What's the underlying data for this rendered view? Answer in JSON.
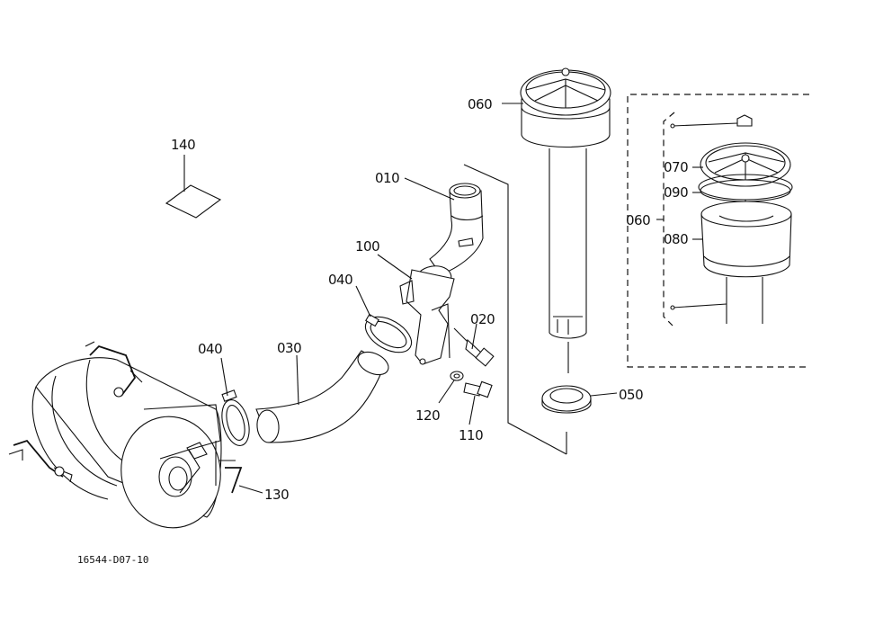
{
  "diagram": {
    "labels": {
      "p010": "010",
      "p020": "020",
      "p030": "030",
      "p040a": "040",
      "p040b": "040",
      "p050": "050",
      "p060a": "060",
      "p060b": "060",
      "p070": "070",
      "p080": "080",
      "p090": "090",
      "p100": "100",
      "p110": "110",
      "p120": "120",
      "p130": "130",
      "p140": "140"
    },
    "drawing_code": "16544-D07-10"
  }
}
